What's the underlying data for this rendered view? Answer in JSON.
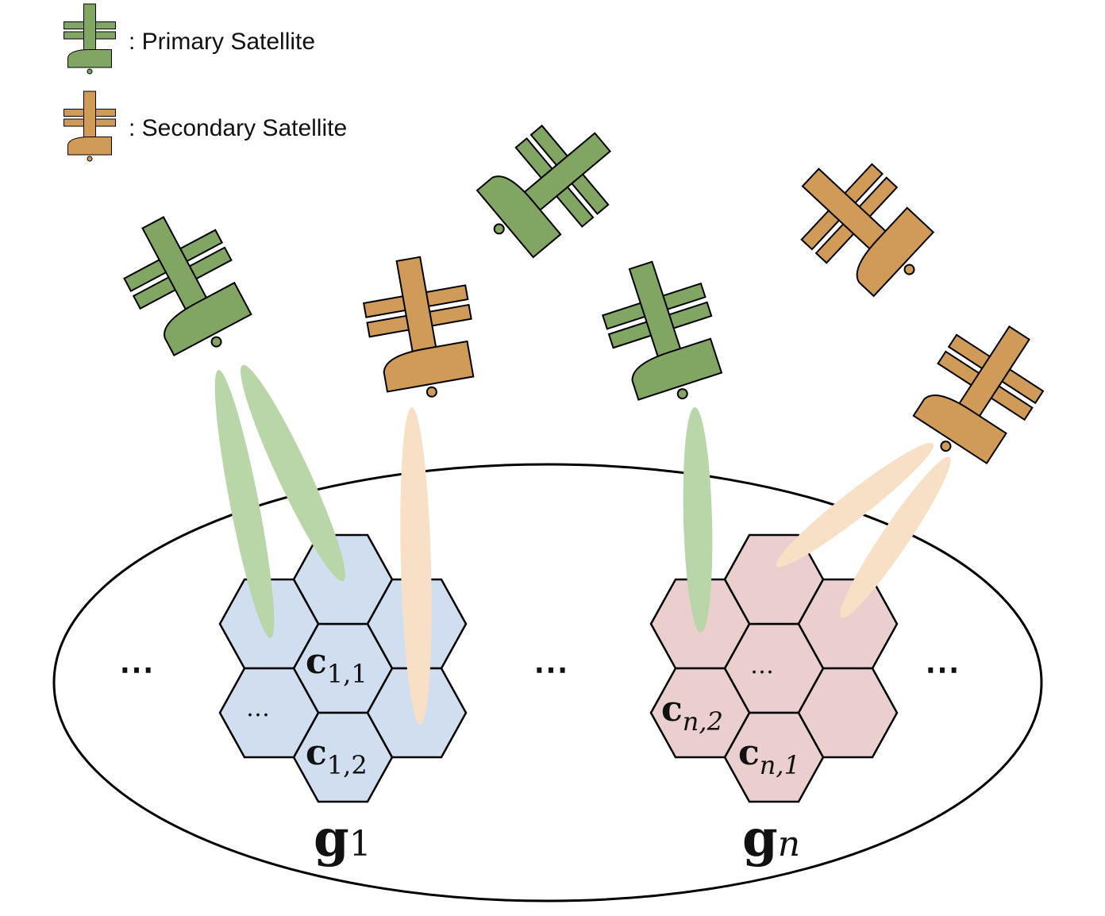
{
  "legend": {
    "primary": {
      "label": ": Primary Satellite",
      "icon": "primary-satellite-icon"
    },
    "secondary": {
      "label": ": Secondary Satellite",
      "icon": "secondary-satellite-icon"
    }
  },
  "colors": {
    "primary_body": "#81a563",
    "secondary_body": "#d09a59",
    "primary_beam": "#b9d6a9",
    "secondary_beam": "#f8e0c6",
    "group1_cell": "#d0deef",
    "groupn_cell": "#ebcfcf",
    "outline": "#000000"
  },
  "groups": {
    "g1": {
      "label_main": "g",
      "label_sub": "1",
      "cell_a": {
        "main": "c",
        "sub": "1,1"
      },
      "cell_b": {
        "main": "c",
        "sub": "1,2"
      },
      "cell_dots": "…"
    },
    "gn": {
      "label_main": "g",
      "label_sub": "n",
      "cell_a": {
        "main": "c",
        "sub": "n,2"
      },
      "cell_b": {
        "main": "c",
        "sub": "n,1"
      },
      "cell_dots": "…"
    }
  },
  "ellipsis": {
    "left": "⋯",
    "middle": "⋯",
    "right": "⋯"
  }
}
